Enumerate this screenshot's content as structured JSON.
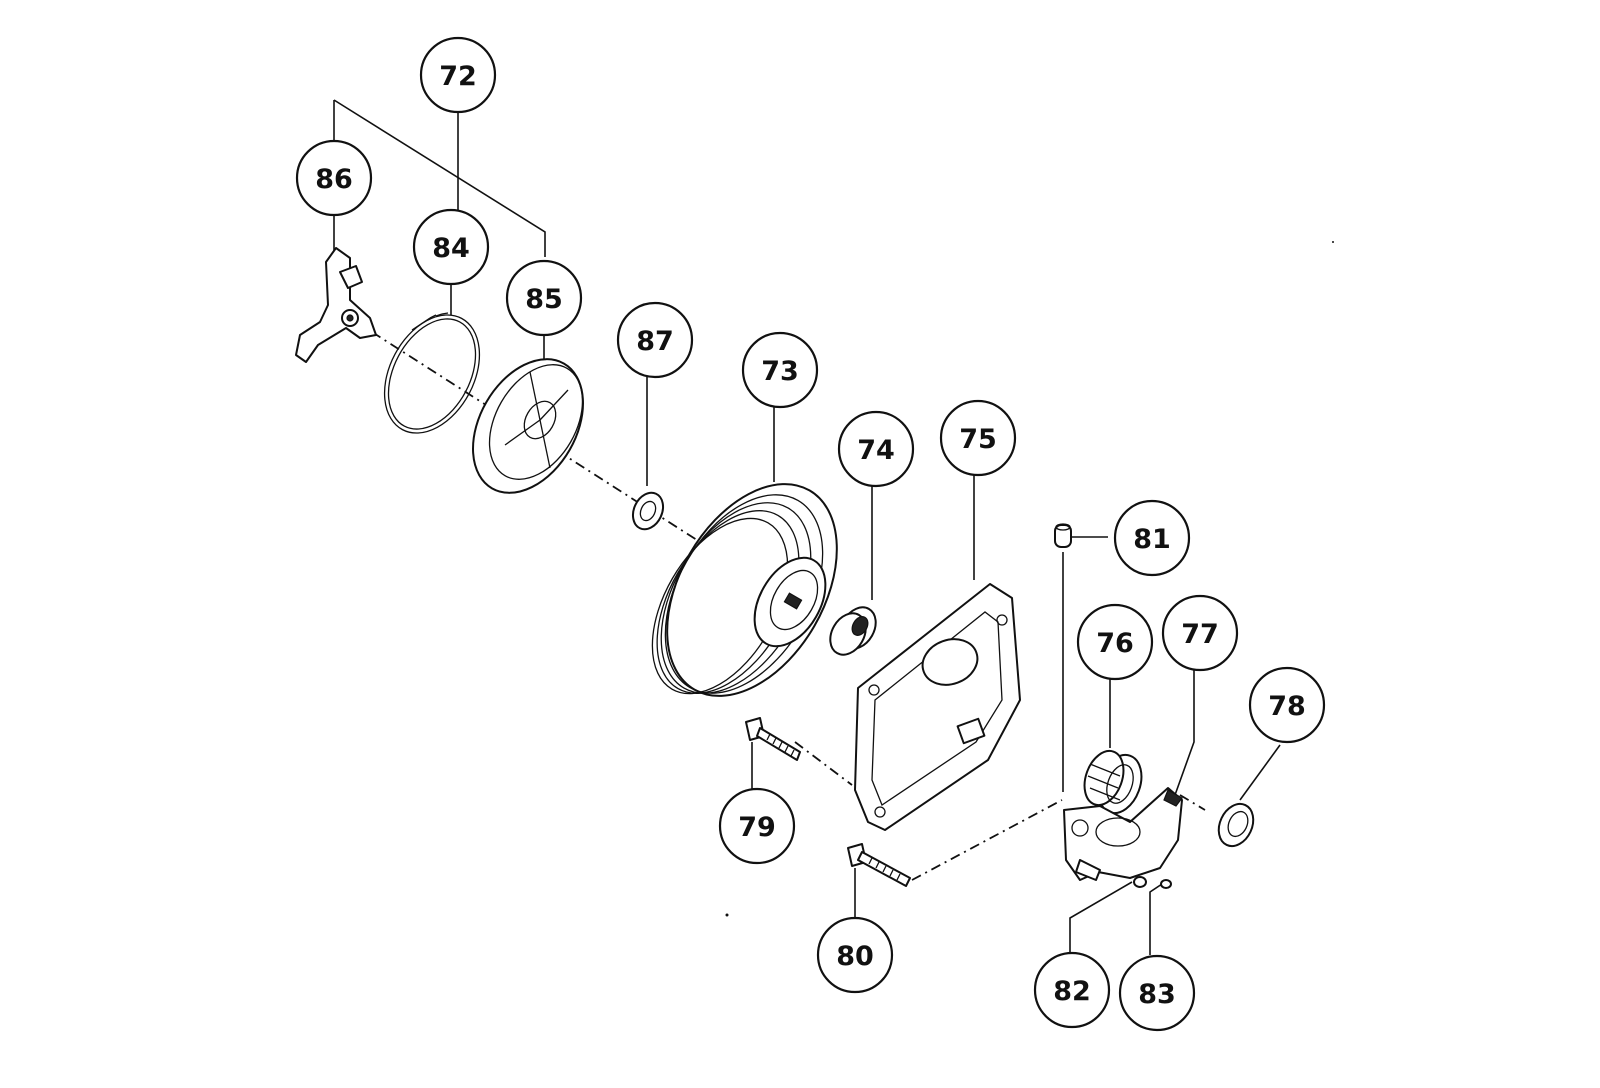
{
  "colors": {
    "ink": "#111111",
    "paper": "#ffffff"
  },
  "callouts": {
    "c72": "72",
    "c73": "73",
    "c74": "74",
    "c75": "75",
    "c76": "76",
    "c77": "77",
    "c78": "78",
    "c79": "79",
    "c80": "80",
    "c81": "81",
    "c82": "82",
    "c83": "83",
    "c84": "84",
    "c85": "85",
    "c86": "86",
    "c87": "87"
  }
}
